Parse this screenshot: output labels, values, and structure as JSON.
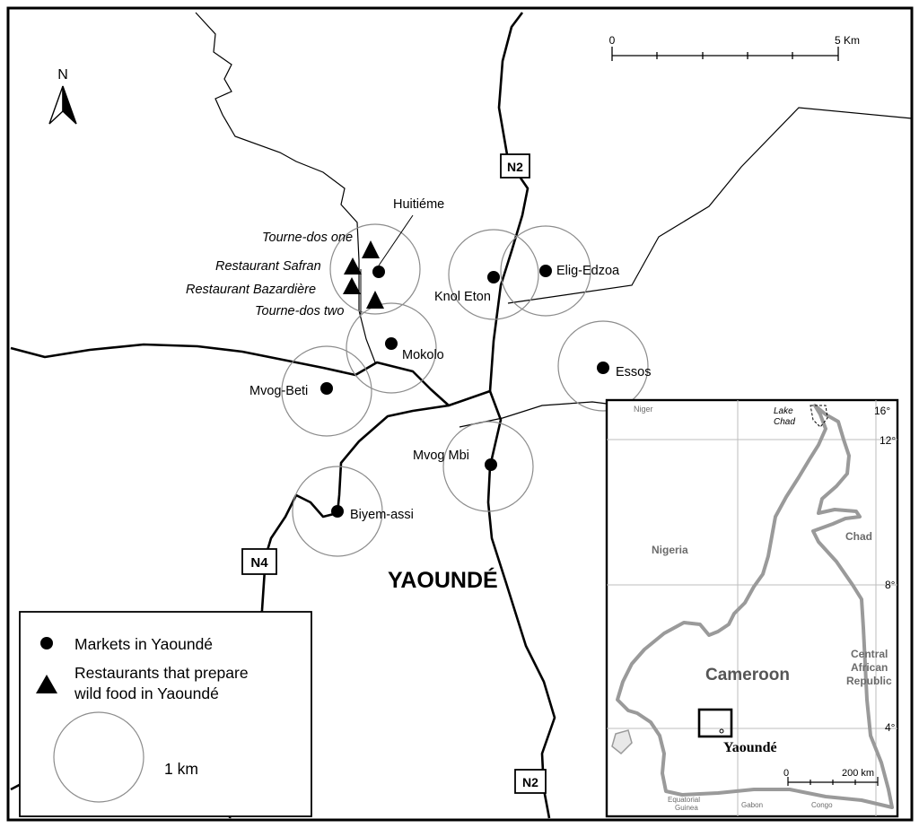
{
  "north_arrow": {
    "letter": "N"
  },
  "scale_bar": {
    "start": "0",
    "end": "5 Km"
  },
  "city_title": "YAOUNDÉ",
  "roads": {
    "n2_north": "N2",
    "n2_south": "N2",
    "n4": "N4"
  },
  "markets": [
    "Huitiéme",
    "Elig-Edzoa",
    "Knol Eton",
    "Mokolo",
    "Essos",
    "Mvog-Beti",
    "Mvog Mbi",
    "Biyem-assi"
  ],
  "restaurants": [
    "Tourne-dos one",
    "Restaurant Safran",
    "Restaurant Bazardière",
    "Tourne-dos two"
  ],
  "legend": {
    "markets": "Markets in Yaoundé",
    "restaurants_line1": "Restaurants that prepare",
    "restaurants_line2": "wild food in Yaoundé",
    "circle": "1 km"
  },
  "inset": {
    "lake": [
      "Lake",
      "Chad"
    ],
    "countries": {
      "niger": "Niger",
      "chad": "Chad",
      "nigeria": "Nigeria",
      "cameroon": "Cameroon",
      "car1": "Central",
      "car2": "African",
      "car3": "Republic",
      "eq1": "Equatorial",
      "eq2": "Guinea",
      "gabon": "Gabon",
      "congo": "Congo"
    },
    "capital": "Yaoundé",
    "lat_ticks": [
      "16°",
      "12°",
      "8°",
      "4°"
    ],
    "scale": {
      "start": "0",
      "end": "200 km"
    }
  },
  "colors": {
    "ink": "#000000",
    "border_gray": "#9a9a9a",
    "country_gray": "#6b6b6b",
    "grid": "#bdbdbd",
    "circle": "#8c8c8c"
  }
}
